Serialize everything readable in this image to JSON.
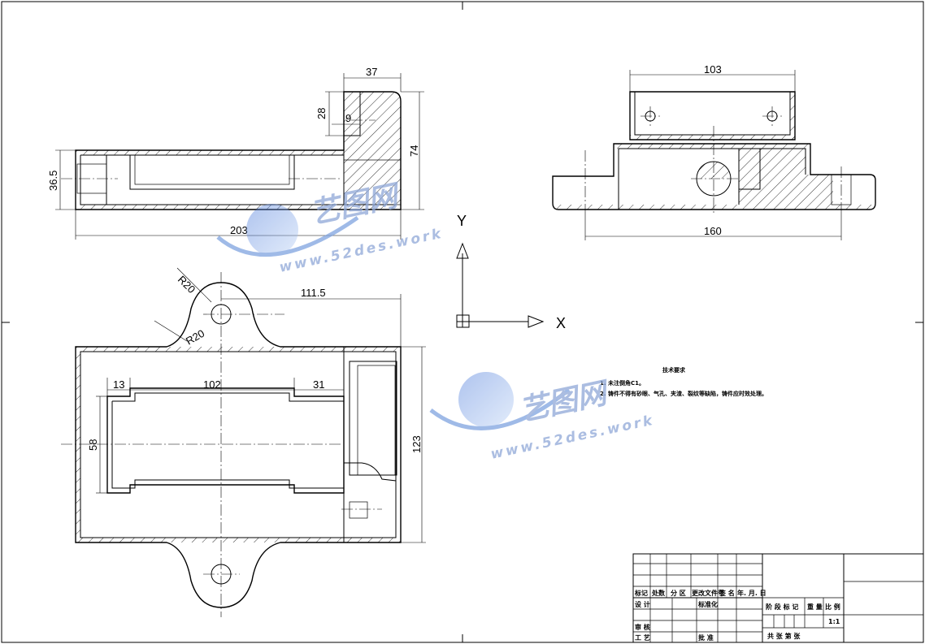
{
  "views": {
    "front": {
      "dims": {
        "d37": "37",
        "d28": "28",
        "d9": "9",
        "d74": "74",
        "d36_5": "36.5",
        "d203": "203"
      }
    },
    "side": {
      "dims": {
        "d103": "103",
        "d160": "160"
      }
    },
    "top": {
      "dims": {
        "r20a": "R20",
        "r20b": "R20",
        "d111_5": "111.5",
        "d13": "13",
        "d102": "102",
        "d31": "31",
        "d58": "58",
        "d123": "123"
      }
    }
  },
  "axes": {
    "x_label": "X",
    "y_label": "Y"
  },
  "notes": {
    "title": "技术要求",
    "line1": "1. 未注倒角C1。",
    "line2": "2. 铸件不得有砂眼、气孔、夹渣、裂纹等缺陷，铸件应时效处理。"
  },
  "watermark": {
    "brand": "艺图网",
    "url": "www.52des.work"
  },
  "title_block": {
    "h_mark": "标记",
    "h_count": "处数",
    "h_zone": "分 区",
    "h_doc": "更改文件号",
    "h_sign": "签 名",
    "h_date": "年. 月. 日",
    "design": "设 计",
    "standard": "标准化",
    "stage": "阶 段 标 记",
    "weight": "重 量",
    "scale": "比 例",
    "scale_val": "1:1",
    "review": "审 核",
    "process": "工 艺",
    "approve": "批 准",
    "sheets": "共    张  第    张"
  }
}
